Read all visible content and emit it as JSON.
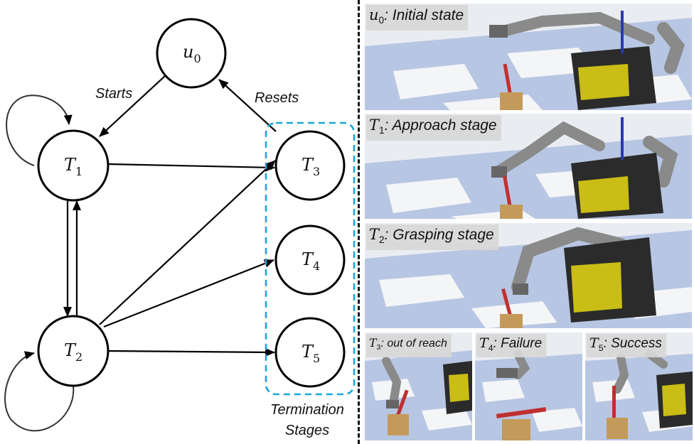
{
  "diagram": {
    "nodes": {
      "u0": {
        "base": "u",
        "sub": "0"
      },
      "T1": {
        "base": "T",
        "sub": "1"
      },
      "T2": {
        "base": "T",
        "sub": "2"
      },
      "T3": {
        "base": "T",
        "sub": "3"
      },
      "T4": {
        "base": "T",
        "sub": "4"
      },
      "T5": {
        "base": "T",
        "sub": "5"
      }
    },
    "edge_labels": {
      "starts": "Starts",
      "resets": "Resets"
    },
    "group_label": {
      "line1": "Termination",
      "line2": "Stages"
    },
    "colors": {
      "group_border": "#1aa6dc",
      "edge": "#000000"
    }
  },
  "panels": {
    "initial": {
      "symbol": "u",
      "sub": "0",
      "text": ": Initial state"
    },
    "approach": {
      "symbol": "T",
      "sub": "1",
      "text": ": Approach stage"
    },
    "grasping": {
      "symbol": "T",
      "sub": "2",
      "text": ": Grasping stage"
    },
    "reach": {
      "symbol": "T",
      "sub": "3",
      "text": ": out of reach"
    },
    "failure": {
      "symbol": "T",
      "sub": "4",
      "text": ": Failure"
    },
    "success": {
      "symbol": "T",
      "sub": "5",
      "text": ": Success"
    }
  }
}
